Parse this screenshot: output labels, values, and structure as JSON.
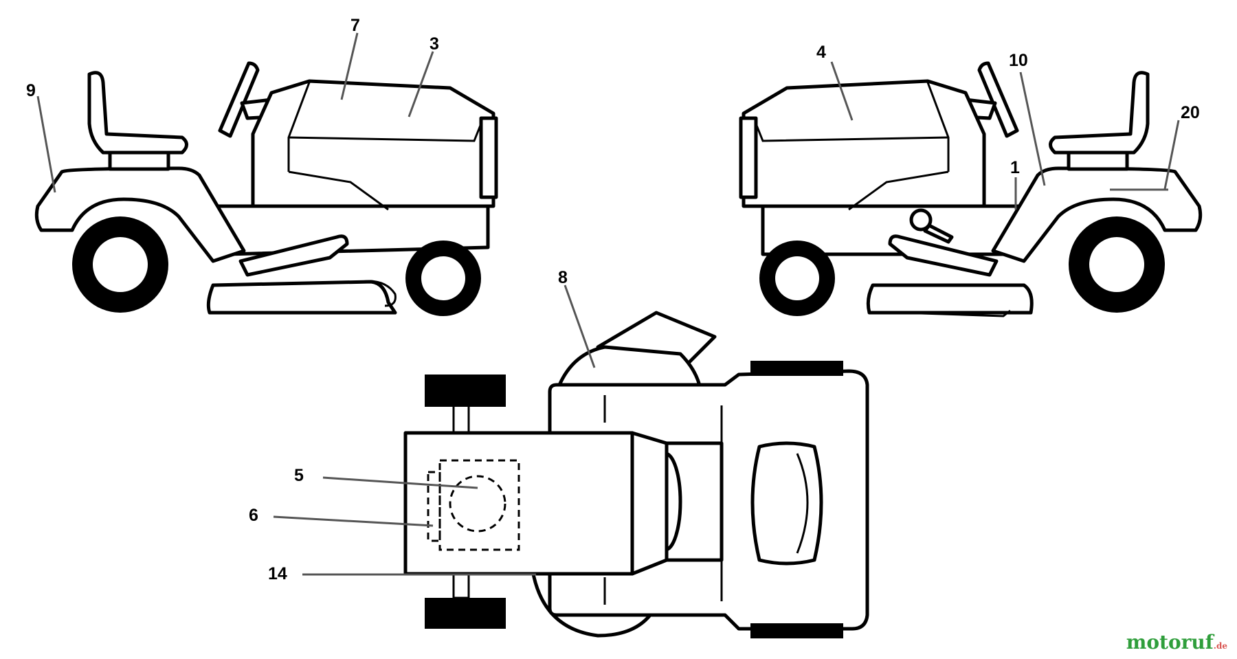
{
  "callouts": {
    "c1": "1",
    "c3": "3",
    "c4": "4",
    "c5": "5",
    "c6": "6",
    "c7": "7",
    "c8": "8",
    "c9": "9",
    "c10": "10",
    "c14": "14",
    "c20": "20"
  },
  "watermark": {
    "main": "motoruf",
    "tld": ".de"
  },
  "colors": {
    "line": "#000000",
    "background": "#ffffff",
    "watermark_green": "#2f9e3b",
    "watermark_red": "#d9534f"
  }
}
